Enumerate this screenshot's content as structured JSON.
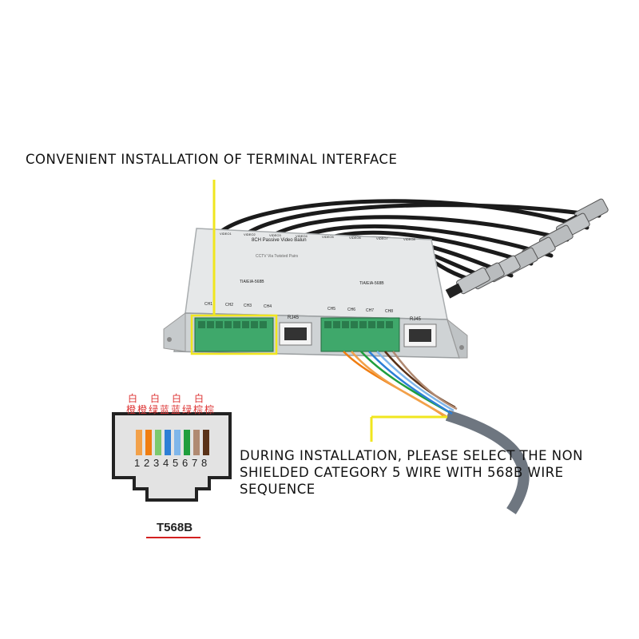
{
  "captions": {
    "terminal": "CONVENIENT INSTALLATION OF TERMINAL INTERFACE",
    "install_line1": "DURING INSTALLATION, PLEASE SELECT THE NON",
    "install_line2": "SHIELDED CATEGORY 5 WIRE WITH 568B WIRE",
    "install_line3": "SEQUENCE"
  },
  "device": {
    "title": "8CH Passive Video Balun",
    "subtitle": "CCTV Via Twisted Pairs",
    "std_left": "TIA/EIA-568B",
    "std_right": "TIA/EIA-568B",
    "rj45_left": "RJ45",
    "rj45_right": "RJ45",
    "channels": [
      "CH1",
      "CH2",
      "CH3",
      "CH4",
      "CH5",
      "CH6",
      "CH7",
      "CH8"
    ],
    "video_labels": [
      "VIDEO1",
      "VIDEO2",
      "VIDEO3",
      "VIDEO4",
      "VIDEO5",
      "VIDEO6",
      "VIDEO7",
      "VIDEO8"
    ]
  },
  "pinout": {
    "label": "T568B",
    "pin_numbers": [
      "1",
      "2",
      "3",
      "4",
      "5",
      "6",
      "7",
      "8"
    ],
    "cn_top": [
      "白",
      "白",
      "白",
      "白"
    ],
    "cn_bottom": [
      "橙",
      "橙",
      "绿",
      "蓝",
      "蓝",
      "绿",
      "棕",
      "棕"
    ],
    "wire_colors": [
      "#f2a14a",
      "#f07d10",
      "#7cc96d",
      "#2d7fd6",
      "#7fb6ea",
      "#1f9e3d",
      "#b08a72",
      "#5a3218"
    ]
  },
  "colors": {
    "callout": "#f0e61e",
    "terminal_green": "#3fa86b",
    "housing": "#d9dcdd",
    "accent_red": "#d32020"
  }
}
